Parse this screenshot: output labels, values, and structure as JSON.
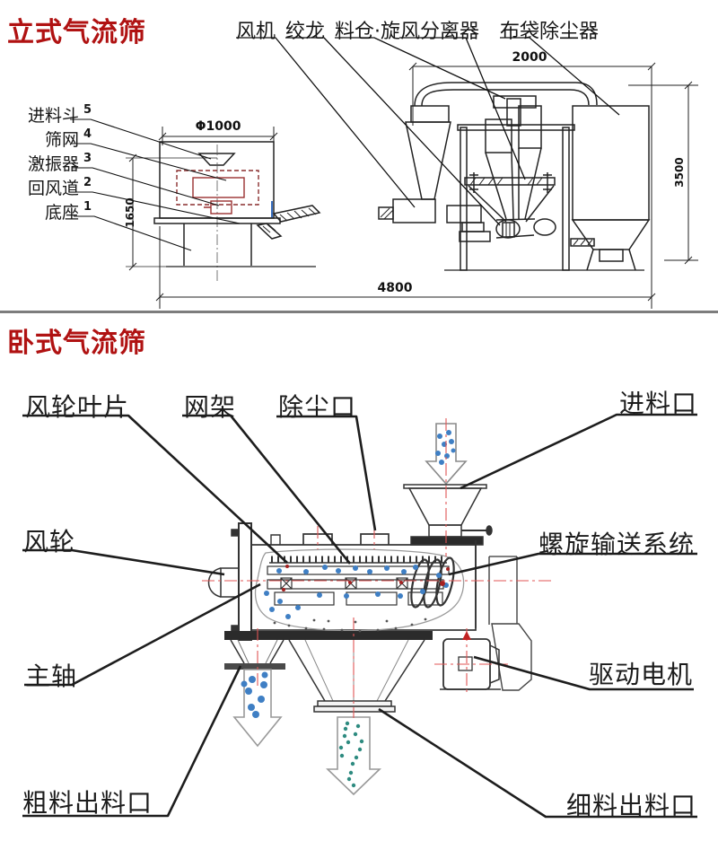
{
  "colors": {
    "title_red": "#b01212",
    "line_dark": "#222222",
    "leader_black": "#1d1d1d",
    "centerline_red": "#e05555",
    "particle_blue": "#3f7fc4",
    "particle_teal": "#2e8b80",
    "divider_gray": "#7d7d7d"
  },
  "top_section": {
    "title": "立式气流筛",
    "machine_labels": [
      {
        "label": "风机"
      },
      {
        "label": "绞龙"
      },
      {
        "label": "料仓·旋风分离器"
      },
      {
        "label": "布袋除尘器"
      }
    ],
    "part_labels": [
      {
        "label": "进料斗",
        "num": "5"
      },
      {
        "label": "筛网",
        "num": "4"
      },
      {
        "label": "激振器",
        "num": "3"
      },
      {
        "label": "回风道",
        "num": "2"
      },
      {
        "label": "底座",
        "num": "1"
      }
    ],
    "dimensions": {
      "diameter": "Φ1000",
      "height_left": "1650",
      "width_top": "2000",
      "height_right": "3500",
      "width_total": "4800"
    }
  },
  "bottom_section": {
    "title": "卧式气流筛",
    "labels": {
      "blade": "风轮叶片",
      "mesh_frame": "网架",
      "dust_port": "除尘口",
      "inlet": "进料口",
      "wheel": "风轮",
      "screw_system": "螺旋输送系统",
      "shaft": "主轴",
      "motor": "驱动电机",
      "coarse_outlet": "粗料出料口",
      "fine_outlet": "细料出料口"
    }
  }
}
